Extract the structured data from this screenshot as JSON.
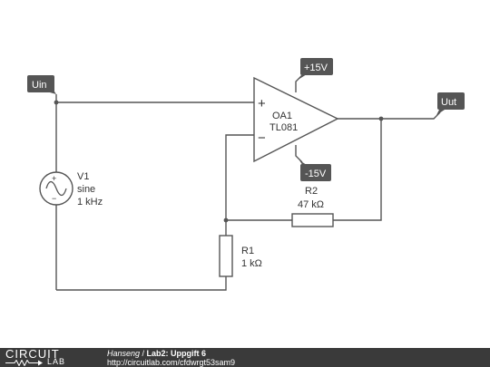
{
  "labels": {
    "uin": "Uin",
    "uut": "Uut",
    "vpos": "+15V",
    "vneg": "-15V",
    "opamp_name": "OA1",
    "opamp_model": "TL081",
    "opamp_plus": "+",
    "opamp_minus": "−",
    "v1_name": "V1",
    "v1_type": "sine",
    "v1_freq": "1 kHz",
    "v1_plus": "+",
    "v1_minus": "−",
    "r1_name": "R1",
    "r1_value": "1 kΩ",
    "r2_name": "R2",
    "r2_value": "47 kΩ"
  },
  "footer": {
    "logo_top": "CIRCUIT",
    "logo_bottom": "LAB",
    "author": "Hanseng",
    "separator": " / ",
    "title": "Lab2: Uppgift 6",
    "url": "http://circuitlab.com/cfdwrgt53sam9"
  },
  "colors": {
    "wire": "#555555",
    "label_bg": "#555555",
    "label_text": "#ffffff",
    "footer_bg": "#3a3a3a"
  }
}
